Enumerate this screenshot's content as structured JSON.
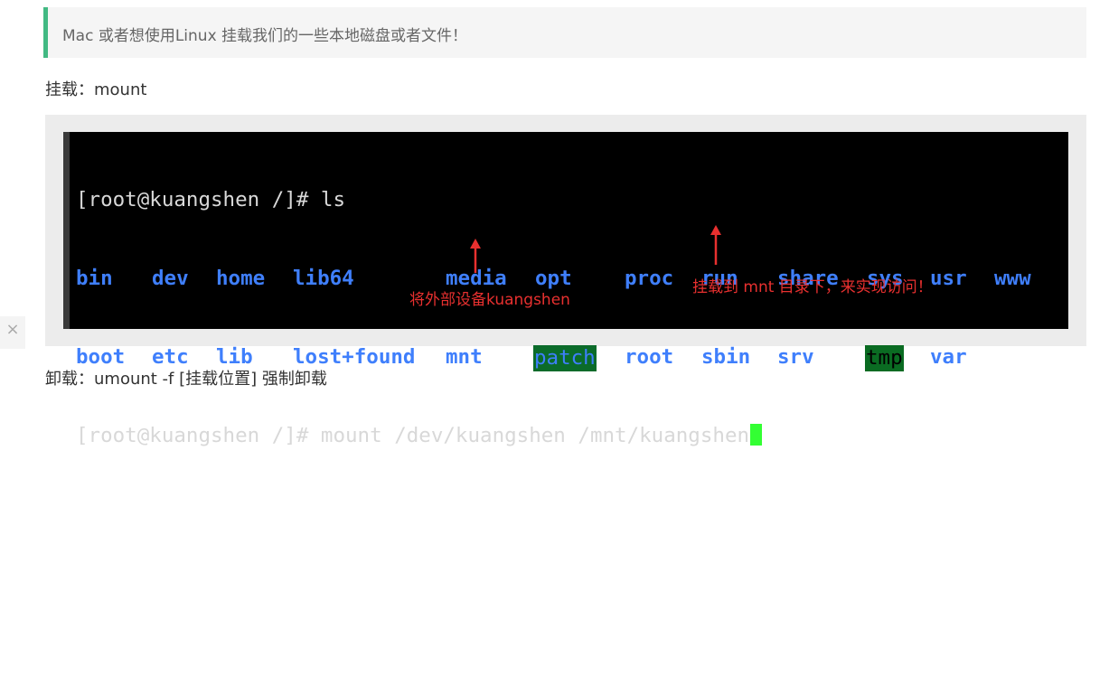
{
  "quote": {
    "text": "Mac 或者想使用Linux 挂载我们的一些本地磁盘或者文件！"
  },
  "mount_para": {
    "text": "挂载：mount"
  },
  "terminal": {
    "line1": "[root@kuangshen /]# ls",
    "row2": [
      "bin",
      "dev",
      "home",
      "lib64",
      "media",
      "opt",
      "proc",
      "run",
      "share",
      "sys",
      "usr",
      "www"
    ],
    "row3": [
      "boot",
      "etc",
      "lib",
      "lost+found",
      "mnt",
      "patch",
      "root",
      "sbin",
      "srv",
      "tmp",
      "var"
    ],
    "line4": "[root@kuangshen /]# mount /dev/kuangshen /mnt/kuangshen"
  },
  "annotations": {
    "device": "将外部设备kuangshen",
    "mount_point": "挂载到 mnt 目录下，来实现访问！"
  },
  "umount_para": {
    "text": "卸载：umount -f  [挂载位置] 强制卸载"
  },
  "colors": {
    "quote_border": "#42b983",
    "dir_blue": "#3f7ffc",
    "highlight_green": "#0b6b2a",
    "cursor_green": "#33ff33",
    "annotation_red": "#e8302f"
  },
  "icons": {
    "close": "close-icon"
  }
}
